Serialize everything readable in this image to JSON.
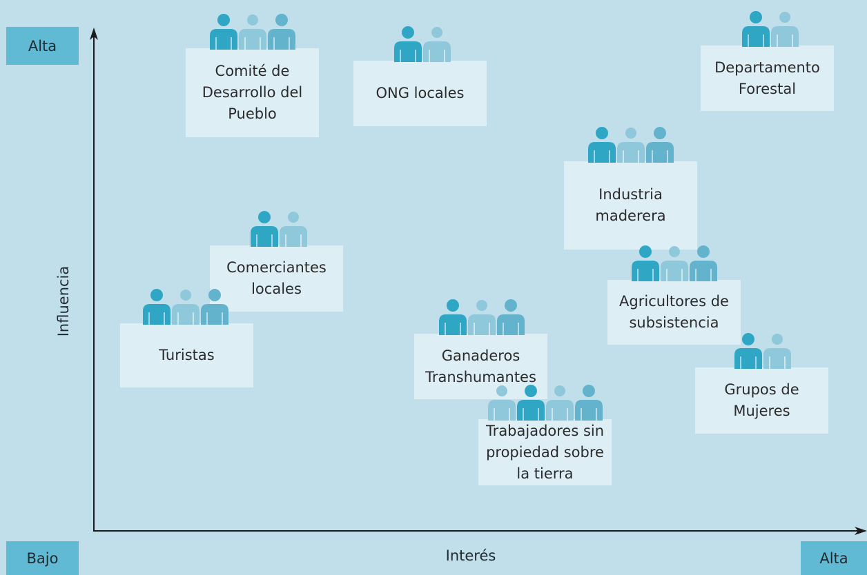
{
  "corners": {
    "y_high": "Alta",
    "origin_low": "Bajo",
    "x_high": "Alta"
  },
  "axes": {
    "y_label": "Influencia",
    "x_label": "Interés"
  },
  "colors": {
    "background": "#c0dfeb",
    "card": "#deeef5",
    "corner_box": "#60bad3",
    "person_dark": "#2fa6c4",
    "person_medium": "#63b3cc",
    "person_light": "#8fc8da"
  },
  "stakeholders": [
    {
      "id": "comite",
      "label": "Comité de\nDesarrollo del\nPueblo",
      "icons": [
        "dark",
        "light",
        "medium"
      ]
    },
    {
      "id": "ong",
      "label": "ONG locales",
      "icons": [
        "dark",
        "light"
      ]
    },
    {
      "id": "departamento",
      "label": "Departamento\nForestal",
      "icons": [
        "dark",
        "light"
      ]
    },
    {
      "id": "industria",
      "label": "Industria\nmaderera",
      "icons": [
        "dark",
        "light",
        "medium"
      ]
    },
    {
      "id": "comerciantes",
      "label": "Comerciantes\nlocales",
      "icons": [
        "dark",
        "light"
      ]
    },
    {
      "id": "agricultores",
      "label": "Agricultores de\nsubsistencia",
      "icons": [
        "dark",
        "light",
        "medium"
      ]
    },
    {
      "id": "turistas",
      "label": "Turistas",
      "icons": [
        "dark",
        "light",
        "medium"
      ]
    },
    {
      "id": "ganaderos",
      "label": "Ganaderos\nTranshumantes",
      "icons": [
        "dark",
        "light",
        "medium"
      ]
    },
    {
      "id": "grupos",
      "label": "Grupos de\nMujeres",
      "icons": [
        "dark",
        "light"
      ]
    },
    {
      "id": "trabajadores",
      "label": "Trabajadores sin\npropiedad sobre\nla tierra",
      "icons": [
        "light",
        "dark",
        "light",
        "medium"
      ]
    }
  ]
}
